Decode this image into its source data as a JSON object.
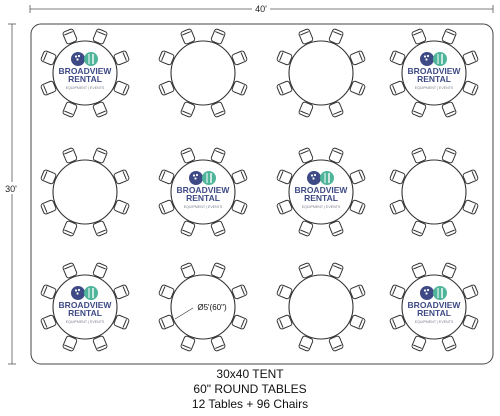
{
  "dimensions": {
    "width_label": "40'",
    "height_label": "30'"
  },
  "table_label": "Ø5'(60\")",
  "logo": {
    "brand_line1": "BROADVIEW",
    "brand_line2": "RENTAL",
    "tagline": "EQUIPMENT | EVENTS",
    "colors": {
      "brand_blue": "#3e4a85",
      "brand_green": "#4eb49a",
      "grey": "#7a7f8c"
    }
  },
  "layout": {
    "rows": 3,
    "cols": 4,
    "chairs_per_table": 8
  },
  "tables": [
    {
      "row": 1,
      "col": 1,
      "logo": true,
      "label": false
    },
    {
      "row": 1,
      "col": 2,
      "logo": false,
      "label": false
    },
    {
      "row": 1,
      "col": 3,
      "logo": false,
      "label": false
    },
    {
      "row": 1,
      "col": 4,
      "logo": true,
      "label": false
    },
    {
      "row": 2,
      "col": 1,
      "logo": false,
      "label": false
    },
    {
      "row": 2,
      "col": 2,
      "logo": true,
      "label": false
    },
    {
      "row": 2,
      "col": 3,
      "logo": true,
      "label": false
    },
    {
      "row": 2,
      "col": 4,
      "logo": false,
      "label": false
    },
    {
      "row": 3,
      "col": 1,
      "logo": true,
      "label": false
    },
    {
      "row": 3,
      "col": 2,
      "logo": false,
      "label": true
    },
    {
      "row": 3,
      "col": 3,
      "logo": false,
      "label": false
    },
    {
      "row": 3,
      "col": 4,
      "logo": true,
      "label": false
    }
  ],
  "caption": {
    "line1": "30x40 TENT",
    "line2": "60\" ROUND TABLES",
    "line3": "12 Tables + 96 Chairs"
  }
}
